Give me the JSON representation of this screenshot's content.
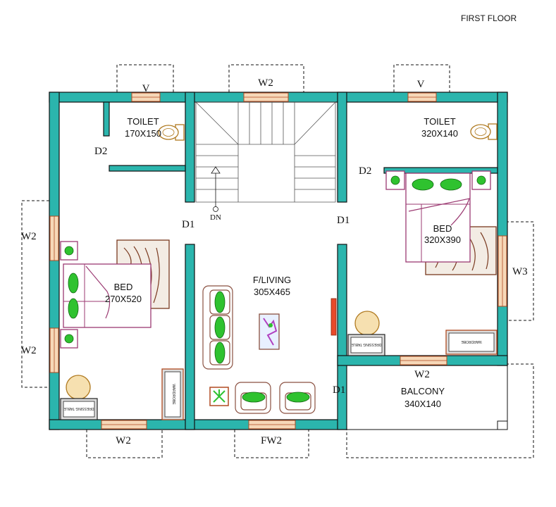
{
  "title": "FIRST FLOOR",
  "rooms": {
    "toilet_left": {
      "name": "TOILET",
      "size": "170X150"
    },
    "toilet_right": {
      "name": "TOILET",
      "size": "320X140"
    },
    "bed_left": {
      "name": "BED",
      "size": "270X520"
    },
    "bed_right": {
      "name": "BED",
      "size": "320X390"
    },
    "living": {
      "name": "F/LIVING",
      "size": "305X465"
    },
    "balcony": {
      "name": "BALCONY",
      "size": "340X140"
    }
  },
  "doors": {
    "d2_left": "D2",
    "d2_right": "D2",
    "d1_left": "D1",
    "d1_right": "D1",
    "d1_balcony": "D1"
  },
  "windows": {
    "v_left": "V",
    "v_right": "V",
    "w2_top": "W2",
    "w2_left_upper": "W2",
    "w2_left_lower": "W2",
    "w3_right": "W3",
    "w2_balcony": "W2",
    "w2_bottom": "W2",
    "fw2_bottom": "FW2"
  },
  "stair": {
    "direction": "DN"
  },
  "furniture": {
    "dressing_table_left": "DRESSING TABLE",
    "wardrobe_left": "WARDROBE",
    "dressing_table_right": "DRESSING TABLE",
    "wardrobe_right": "WARDROBE"
  }
}
